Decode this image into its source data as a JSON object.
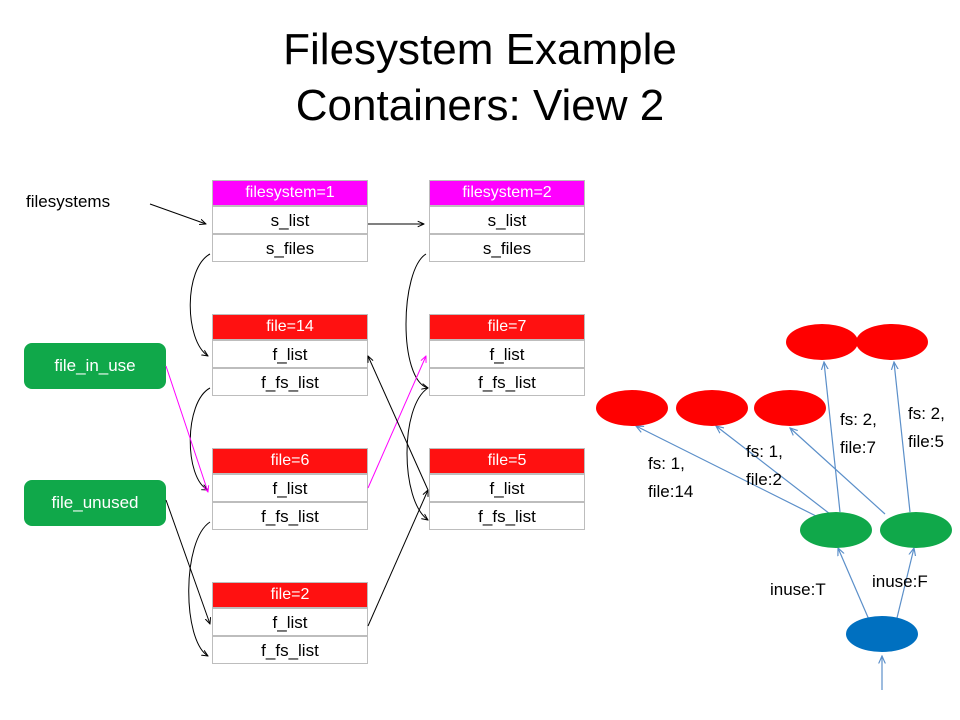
{
  "title": {
    "line1": "Filesystem Example",
    "line2": "Containers: View 2"
  },
  "labels": {
    "filesystems": "filesystems"
  },
  "pills": {
    "file_in_use": "file_in_use",
    "file_unused": "file_unused"
  },
  "filesystems": [
    {
      "header": "filesystem=1",
      "rows": [
        "s_list",
        "s_files"
      ]
    },
    {
      "header": "filesystem=2",
      "rows": [
        "s_list",
        "s_files"
      ]
    }
  ],
  "files": [
    {
      "header": "file=14",
      "rows": [
        "f_list",
        "f_fs_list"
      ]
    },
    {
      "header": "file=7",
      "rows": [
        "f_list",
        "f_fs_list"
      ]
    },
    {
      "header": "file=6",
      "rows": [
        "f_list",
        "f_fs_list"
      ]
    },
    {
      "header": "file=5",
      "rows": [
        "f_list",
        "f_fs_list"
      ]
    },
    {
      "header": "file=2",
      "rows": [
        "f_list",
        "f_fs_list"
      ]
    }
  ],
  "tree": {
    "leaf_labels": [
      {
        "line1": "fs: 1,",
        "line2": "file:14"
      },
      {
        "line1": "fs: 1,",
        "line2": "file:2"
      },
      {
        "line1": "fs: 2,",
        "line2": "file:7"
      },
      {
        "line1": "fs: 2,",
        "line2": "file:5"
      }
    ],
    "inuse_true": "inuse:T",
    "inuse_false": "inuse:F"
  },
  "colors": {
    "filesystem_header": "#ff00ff",
    "file_header": "#ff1111",
    "pill": "#10a84a",
    "leaf_node": "#ff0000",
    "mid_node": "#10a84a",
    "root_node": "#0070c0",
    "tree_edge": "#5b8fc9",
    "pointer_magenta": "#ff00ff"
  }
}
